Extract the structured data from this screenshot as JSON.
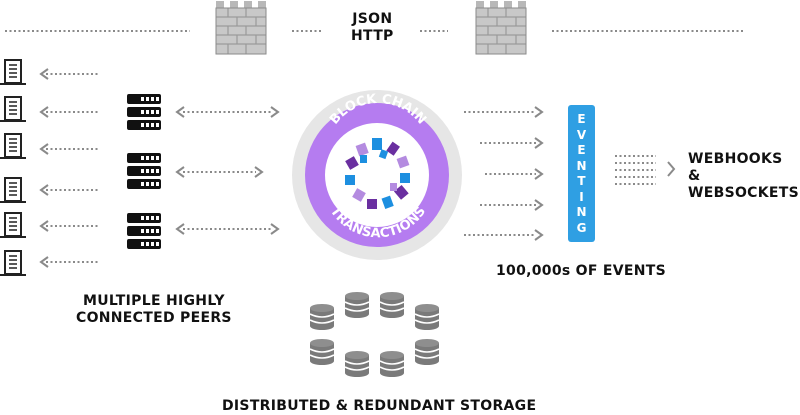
{
  "top": {
    "protocol_line1": "JSON",
    "protocol_line2": "HTTP"
  },
  "peers": {
    "caption_line1": "MULTIPLE HIGHLY",
    "caption_line2": "CONNECTED PEERS"
  },
  "ring": {
    "top_text": "BLOCK CHAIN",
    "bottom_text": "TRANSACTIONS"
  },
  "eventing": {
    "letters": [
      "E",
      "V",
      "E",
      "N",
      "T",
      "I",
      "N",
      "G"
    ],
    "caption": "100,000s OF EVENTS"
  },
  "outputs": {
    "line1": "WEBHOOKS &",
    "line2": "WEBSOCKETS"
  },
  "storage": {
    "caption": "DISTRIBUTED & REDUNDANT STORAGE"
  },
  "colors": {
    "ring": "#b57cf0",
    "ring_bg": "#e6e6e6",
    "eventing": "#2f9fe3",
    "icon": "#111111",
    "disk": "#7a7a7a",
    "dotted": "#8a8a8a"
  }
}
